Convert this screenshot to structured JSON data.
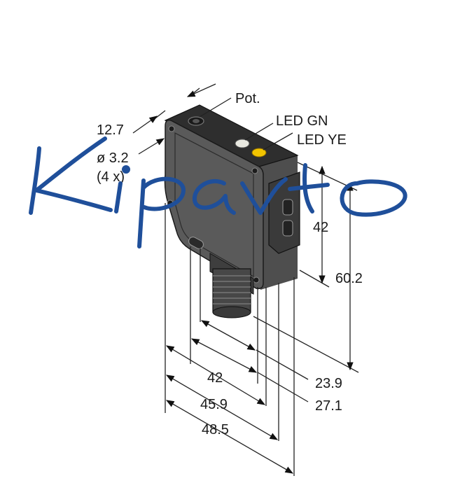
{
  "labels": {
    "pot": "Pot.",
    "led_gn": "LED GN",
    "led_ye": "LED YE",
    "thickness": "12.7",
    "hole_diameter": "ø 3.2",
    "hole_count": "(4 x)",
    "height_inner": "42",
    "height_total": "60.2",
    "width_a": "42",
    "width_b": "45.9",
    "width_c": "48.5",
    "offset_a": "23.9",
    "offset_b": "27.1"
  },
  "watermark": "Kipavto",
  "colors": {
    "housing": "#555555",
    "housing_top": "#2e2e2e",
    "led_green": "#e8e8e0",
    "led_yellow": "#f2c400",
    "watermark": "#1f4f9a"
  }
}
